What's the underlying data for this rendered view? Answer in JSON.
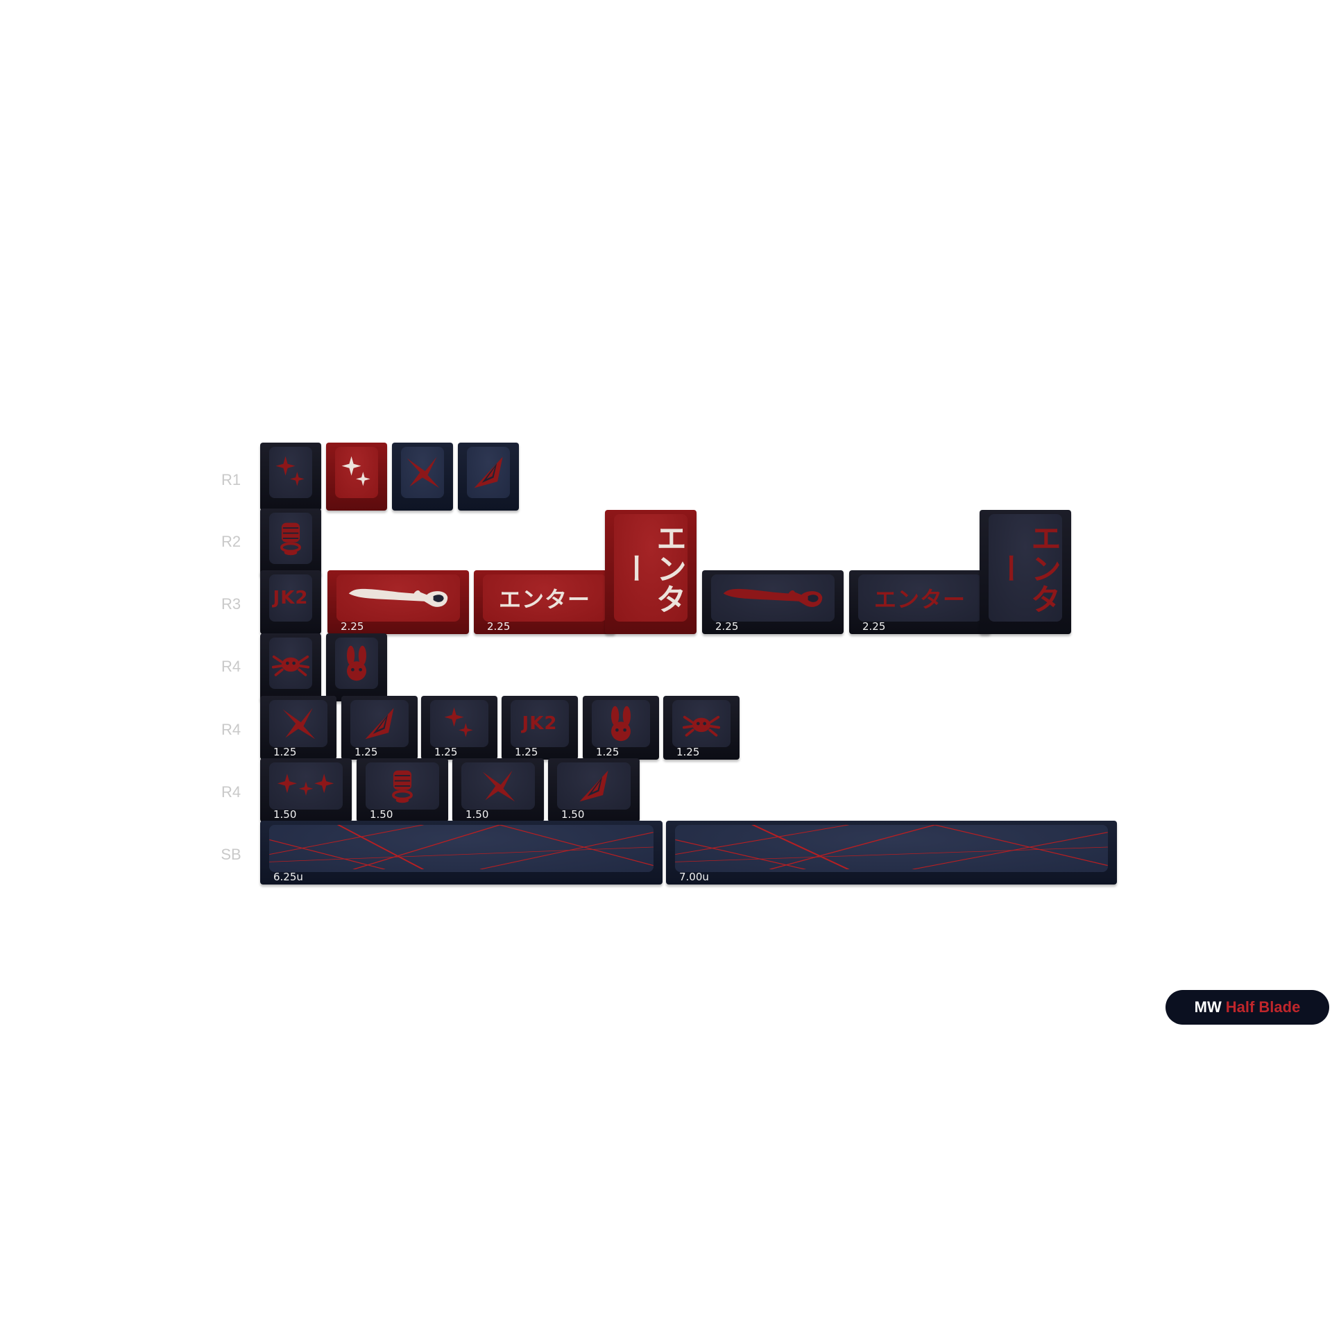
{
  "row_labels": [
    "R1",
    "R2",
    "R3",
    "R4",
    "R4",
    "R4",
    "SB"
  ],
  "badge": {
    "brand": "MW",
    "name": "Half Blade"
  },
  "colors": {
    "red": "#8d1719",
    "navy": "#212a43",
    "dark": "#1f2232",
    "cream": "#ece3dc"
  },
  "keys": {
    "r1": [
      {
        "color": "dark",
        "icon": "sparkle-icon",
        "legend_color": "red"
      },
      {
        "color": "red",
        "icon": "sparkle-icon",
        "legend_color": "cream"
      },
      {
        "color": "navy",
        "icon": "cross-slash-icon",
        "legend_color": "red"
      },
      {
        "color": "navy",
        "icon": "eye-slash-icon",
        "legend_color": "red"
      }
    ],
    "r2": [
      {
        "color": "dark",
        "icon": "fist-icon",
        "legend_color": "red"
      }
    ],
    "r3": [
      {
        "color": "dark",
        "text": "JK2",
        "legend_color": "red"
      },
      {
        "color": "red",
        "icon": "scissor-blade-icon",
        "legend_color": "cream",
        "size": "2.25"
      },
      {
        "color": "red",
        "text": "エンター",
        "legend_color": "cream",
        "size": "2.25"
      },
      {
        "color": "red",
        "text": "エンター",
        "legend_color": "cream",
        "vertical": true
      },
      {
        "color": "dark",
        "icon": "scissor-blade-icon",
        "legend_color": "red",
        "size": "2.25"
      },
      {
        "color": "dark",
        "text": "エンター",
        "legend_color": "red",
        "size": "2.25"
      },
      {
        "color": "dark",
        "text": "エンター",
        "legend_color": "red",
        "vertical": true
      }
    ],
    "r4a": [
      {
        "color": "dark",
        "icon": "creature-icon",
        "legend_color": "red"
      },
      {
        "color": "dark",
        "icon": "bunny-icon",
        "legend_color": "red"
      }
    ],
    "r4b": [
      {
        "color": "dark",
        "icon": "cross-slash-icon",
        "legend_color": "red",
        "size": "1.25"
      },
      {
        "color": "dark",
        "icon": "eye-slash-icon",
        "legend_color": "red",
        "size": "1.25"
      },
      {
        "color": "dark",
        "icon": "sparkle-icon",
        "legend_color": "red",
        "size": "1.25"
      },
      {
        "color": "dark",
        "text": "JK2",
        "legend_color": "red",
        "size": "1.25"
      },
      {
        "color": "dark",
        "icon": "bunny-icon",
        "legend_color": "red",
        "size": "1.25"
      },
      {
        "color": "dark",
        "icon": "creature-icon",
        "legend_color": "red",
        "size": "1.25"
      }
    ],
    "r4c": [
      {
        "color": "dark",
        "icon": "triple-sparkle-icon",
        "legend_color": "red",
        "size": "1.50"
      },
      {
        "color": "dark",
        "icon": "fist-icon",
        "legend_color": "red",
        "size": "1.50"
      },
      {
        "color": "dark",
        "icon": "cross-slash-icon",
        "legend_color": "red",
        "size": "1.50"
      },
      {
        "color": "dark",
        "icon": "eye-slash-icon",
        "legend_color": "red",
        "size": "1.50"
      }
    ],
    "sb": [
      {
        "color": "navy",
        "icon": "red-lines-icon",
        "size": "6.25u"
      },
      {
        "color": "navy",
        "icon": "red-lines-icon",
        "size": "7.00u"
      }
    ]
  }
}
